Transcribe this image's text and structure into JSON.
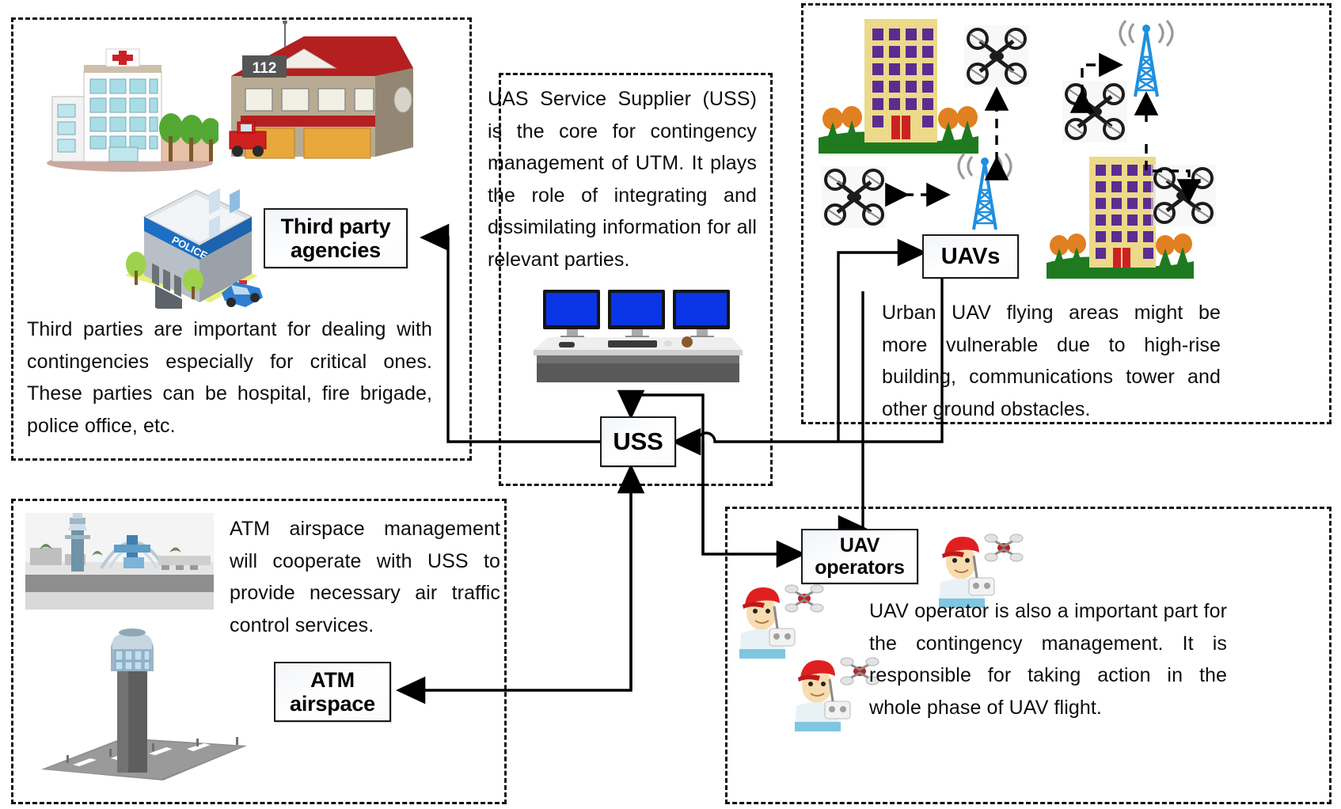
{
  "diagram": {
    "title": "UTM contingency management stakeholders",
    "background": "#ffffff",
    "line_color": "#000000"
  },
  "panels": {
    "third_party": {
      "name": "Third party agencies panel",
      "node_label_line1": "Third party",
      "node_label_line2": "agencies",
      "description": "Third parties are important for dealing with contingencies especially for critical ones. These parties can be hospital, fire brigade, police office, etc.",
      "images": [
        "hospital-illustration",
        "fire-station-illustration",
        "police-station-illustration"
      ],
      "fire_station_number": "112",
      "police_sign_text": "POLICE"
    },
    "uss_center": {
      "name": "UAS Service Supplier panel",
      "node_label": "USS",
      "description": "UAS Service Supplier (USS) is the core for contingency management of UTM. It plays the role of integrating and dissimilating information for all relevant parties.",
      "images": [
        "control-desk-three-monitors-illustration"
      ]
    },
    "uavs": {
      "name": "UAVs panel",
      "node_label": "UAVs",
      "description": "Urban UAV flying areas might be more vulnerable due to high-rise building, communications tower and other ground obstacles.",
      "images": [
        "high-rise-building-illustration",
        "quadcopter-drone-illustration",
        "communications-tower-illustration",
        "tree-illustration"
      ]
    },
    "atm": {
      "name": "ATM airspace panel",
      "node_label_line1": "ATM",
      "node_label_line2": "airspace",
      "description": "ATM airspace management will cooperate with USS to provide necessary air traffic control services.",
      "images": [
        "airport-terminal-illustration",
        "control-tower-runway-illustration"
      ]
    },
    "uav_operators": {
      "name": "UAV operators panel",
      "node_label_line1": "UAV",
      "node_label_line2": "operators",
      "description": "UAV operator is also a important part for the contingency management. It is responsible for taking action in the whole phase of UAV flight.",
      "images": [
        "operator-with-remote-and-drone-illustration"
      ]
    }
  },
  "connections": [
    {
      "from": "USS",
      "to": "Third party agencies",
      "style": "solid",
      "arrow": "single"
    },
    {
      "from": "USS",
      "to": "ATM airspace",
      "style": "solid",
      "arrow": "single"
    },
    {
      "from": "USS",
      "to": "UAVs",
      "style": "solid",
      "arrow": "single"
    },
    {
      "from": "USS",
      "to": "UAV operators",
      "style": "solid",
      "arrow": "single"
    },
    {
      "from": "UAVs",
      "to": "USS",
      "style": "solid",
      "arrow": "single"
    },
    {
      "from": "UAV operators",
      "to": "USS",
      "style": "solid",
      "arrow": "single"
    },
    {
      "from": "ATM airspace",
      "to": "USS",
      "style": "solid",
      "arrow": "single"
    }
  ],
  "colors": {
    "drone_body": "#1c1c1c",
    "building_wall": "#ecd98a",
    "building_window": "#5b2d90",
    "building_door": "#cc2222",
    "grass": "#1f7a1f",
    "tree_crown": "#e08020",
    "tower_blue": "#1f8fe0",
    "monitor_screen": "#0a35e6",
    "hospital_cross": "#cc2028",
    "fire_roof": "#b41f20",
    "police_band": "#1c6fc4",
    "operator_cap": "#e02020"
  }
}
